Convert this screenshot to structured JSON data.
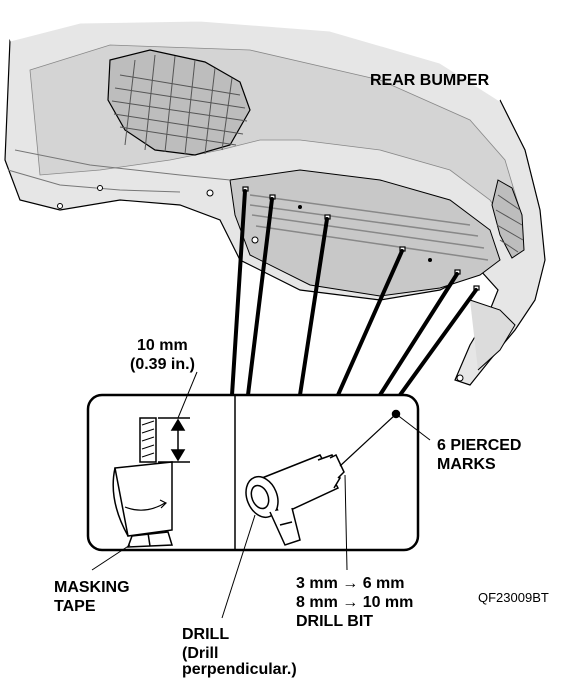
{
  "labels": {
    "rear_bumper": "REAR BUMPER",
    "depth_line1": "10 mm",
    "depth_line2": "(0.39 in.)",
    "pierced_line1": "6 PIERCED",
    "pierced_line2": "MARKS",
    "masking_line1": "MASKING",
    "masking_line2": "TAPE",
    "bit_line1": "3 mm → 6 mm",
    "bit_line2": "8 mm → 10 mm",
    "bit_line3": "DRILL BIT",
    "drill_line1": "DRILL",
    "drill_line2": "(Drill",
    "drill_line3": "perpendicular.)",
    "figure_code": "QF23009BT"
  },
  "colors": {
    "bumper_fill": "#e6e6e6",
    "bumper_shade": "#c8c8c8",
    "outline": "#000000"
  }
}
